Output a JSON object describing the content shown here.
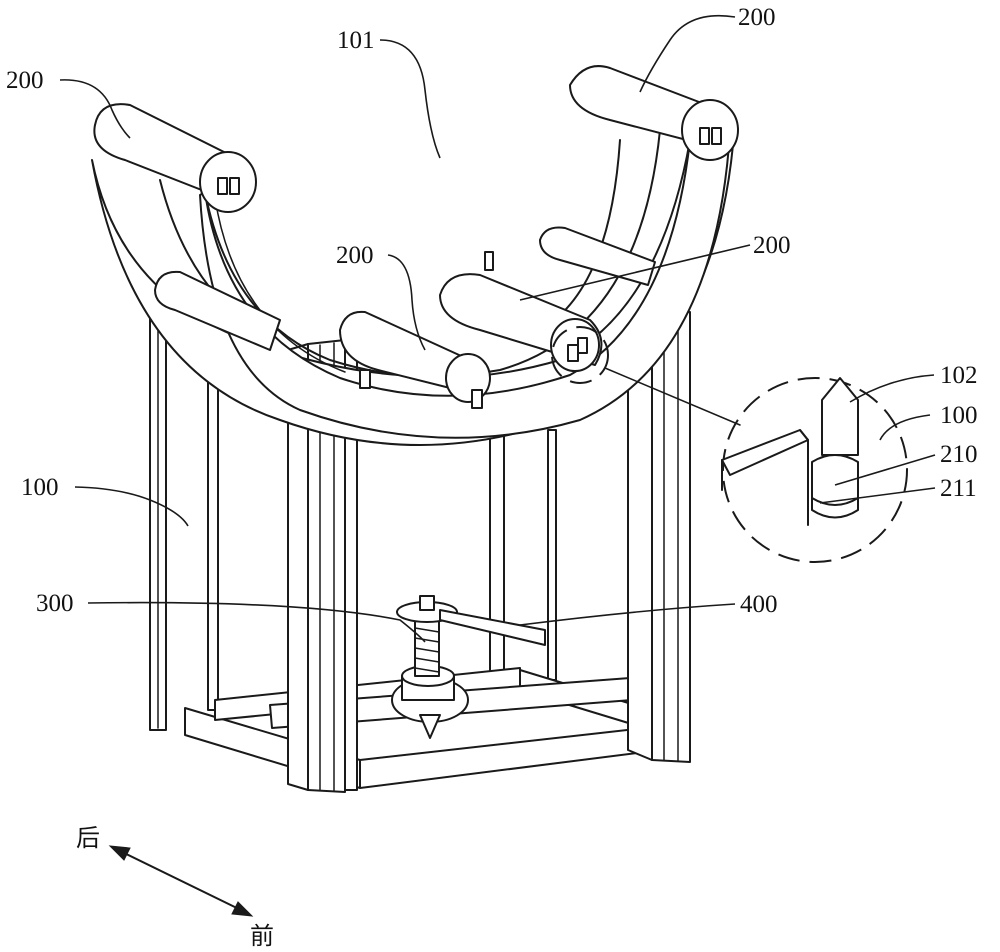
{
  "labels": {
    "l101": "101",
    "l200_top_right": "200",
    "l200_top_left": "200",
    "l200_mid_left": "200",
    "l200_mid_right": "200",
    "l102": "102",
    "l100_right": "100",
    "l210": "210",
    "l211": "211",
    "l100_left": "100",
    "l300": "300",
    "l400": "400"
  },
  "direction": {
    "back": "后",
    "front": "前"
  }
}
